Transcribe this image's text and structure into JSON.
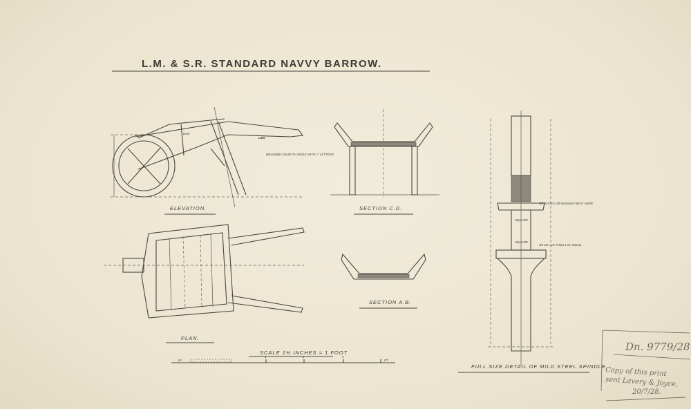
{
  "title": "L.M. & S.R.  STANDARD NAVVY BARROW.",
  "views": {
    "elevation": "ELEVATION.",
    "section_cd": "SECTION C.D.",
    "section_ab": "SECTION A.B.",
    "plan": "PLAN.",
    "spindle": "FULL SIZE DETAIL OF MILD STEEL SPINDLE"
  },
  "scale": {
    "label": "SCALE 1½ INCHES = 1 FOOT",
    "left_unit": "IN",
    "right_unit": "FT",
    "ticks": [
      "1",
      "2",
      "3"
    ]
  },
  "notes": {
    "elm": "ELM",
    "brand": "LMS",
    "branded": "BRANDED ON BOTH SIDES WITH 1\" LETTERS",
    "grooves": "GROOVES OR WASHER BEAT HERE",
    "thread": "3/4 DIA. 10 THDS 1 IN. WELD",
    "square1": "SQUARE",
    "square2": "SQUARE"
  },
  "handwritten": {
    "drawing_no": "Dn. 9779/28",
    "line1": "Copy of this print",
    "line2": "sent Lavery & Joyce,",
    "date": "20/7/28."
  }
}
